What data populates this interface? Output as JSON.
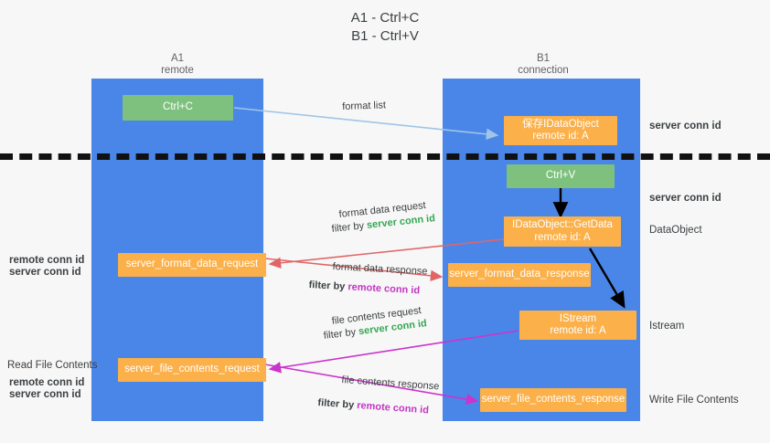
{
  "title": {
    "line1": "A1 - Ctrl+C",
    "line2": "B1 - Ctrl+V"
  },
  "columns": [
    {
      "name": "A1",
      "sub": "remote"
    },
    {
      "name": "B1",
      "sub": "connection"
    }
  ],
  "colors": {
    "lane": "#4a86e8",
    "green_box": "#7ec17e",
    "orange_box": "#fbb04a",
    "server_conn_id": "#34a853",
    "remote_conn_id": "#c335c3",
    "arrow_blue": "#9fc5e8",
    "arrow_red": "#e06666",
    "arrow_magenta": "#cc33cc",
    "arrow_black": "#000000",
    "background": "#f7f7f7"
  },
  "boxes": {
    "ctrl_c": {
      "line1": "Ctrl+C"
    },
    "ctrl_v": {
      "line1": "Ctrl+V"
    },
    "save_idataobject": {
      "line1": "保存IDataObject",
      "line2": "remote id: A"
    },
    "getdata": {
      "line1": "IDataObject::GetData",
      "line2": "remote id: A"
    },
    "istream": {
      "line1": "IStream",
      "line2": "remote id: A"
    },
    "format_data_request": {
      "line1": "server_format_data_request"
    },
    "format_data_response": {
      "line1": "server_format_data_response"
    },
    "file_contents_request": {
      "line1": "server_file_contents_request"
    },
    "file_contents_response": {
      "line1": "server_file_contents_response"
    }
  },
  "edge_labels": {
    "format_list": "format list",
    "format_data_request": "format data request",
    "format_data_request_filter_prefix": "filter by ",
    "format_data_request_filter_value": "server conn id",
    "format_data_response": "format data response",
    "format_data_response_filter_prefix": "filter by ",
    "format_data_response_filter_value": "remote conn id",
    "file_contents_request": "file contents request",
    "file_contents_request_filter_prefix": "filter by ",
    "file_contents_request_filter_value": "server conn id",
    "file_contents_response": "file contents response",
    "file_contents_response_filter_prefix": "filter by ",
    "file_contents_response_filter_value": "remote conn id"
  },
  "right_labels": {
    "server_conn_id_top": "server conn id",
    "server_conn_id_mid": "server conn id",
    "data_object": "DataObject",
    "istream": "Istream",
    "write_file_contents": "Write File Contents"
  },
  "left_labels": {
    "conn_ids_upper_remote": "remote conn id",
    "conn_ids_upper_server": "server conn id",
    "read_file_contents": "Read File Contents",
    "conn_ids_lower_remote": "remote conn id",
    "conn_ids_lower_server": "server conn id"
  }
}
